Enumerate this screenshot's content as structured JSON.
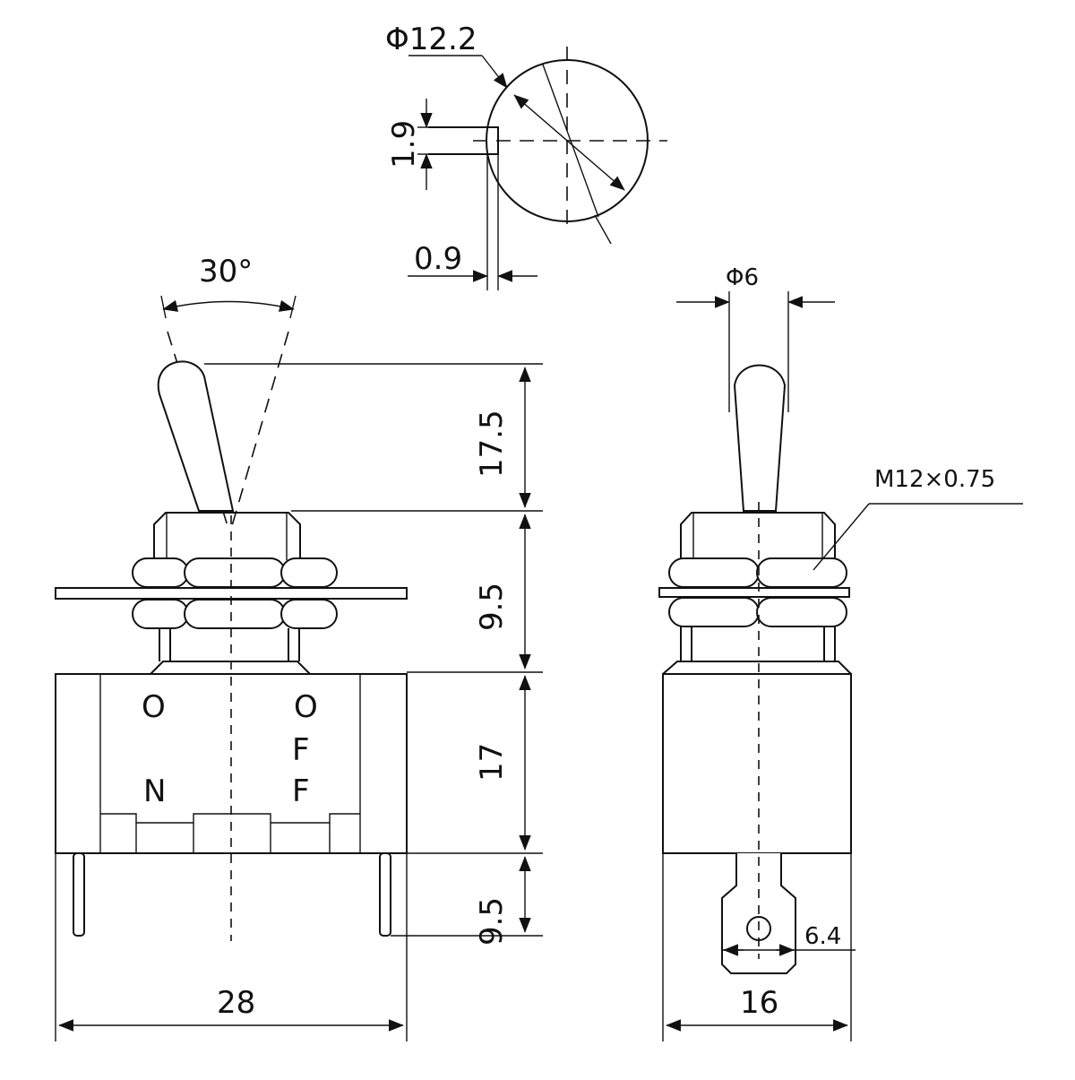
{
  "top_detail": {
    "diameter_label": "Φ12.2",
    "height_label": "1.9",
    "width_label": "0.9"
  },
  "front_view": {
    "angle_label": "30°",
    "dim_lever": "17.5",
    "dim_bushing": "9.5",
    "dim_body": "17",
    "dim_terminals": "9.5",
    "dim_width": "28",
    "marks": {
      "o_left": "O",
      "o_right": "O",
      "n": "N",
      "f1": "F",
      "f2": "F"
    }
  },
  "side_view": {
    "diameter_label": "Φ6",
    "thread_label": "M12×0.75",
    "terminal_label": "6.4",
    "dim_width": "16"
  }
}
